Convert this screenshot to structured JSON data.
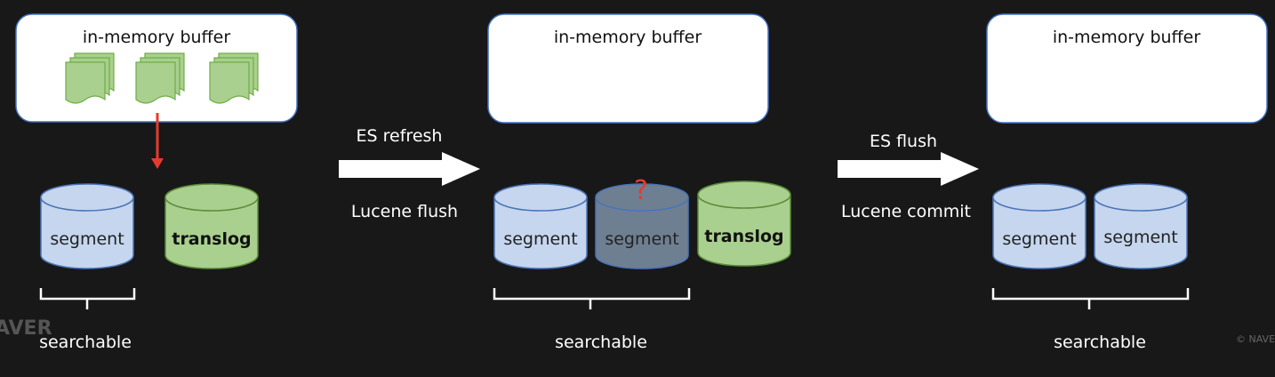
{
  "colors": {
    "background": "#181818",
    "buffer_fill": "#ffffff",
    "buffer_border": "#4472c4",
    "segment_fill": "#c5d6ee",
    "segment_border": "#4a74b8",
    "segment_unknown_fill": "#6f7f92",
    "translog_fill": "#a9d08e",
    "translog_border": "#5b8c3a",
    "doc_fill": "#a9d08e",
    "doc_border": "#70ad47",
    "arrow": "#ffffff",
    "red_arrow": "#e53b2c",
    "question_mark": "#e53b2c",
    "brace": "#ffffff",
    "text": "#ffffff",
    "watermark": "#777777"
  },
  "stage1": {
    "buffer_label": "in-memory buffer",
    "segment_label": "segment",
    "translog_label": "translog",
    "searchable_label": "searchable"
  },
  "transition1": {
    "top_label": "ES refresh",
    "bottom_label": "Lucene flush"
  },
  "stage2": {
    "buffer_label": "in-memory buffer",
    "segment1_label": "segment",
    "segment2_label": "segment",
    "question_mark": "?",
    "translog_label": "translog",
    "searchable_label": "searchable"
  },
  "transition2": {
    "top_label": "ES flush",
    "bottom_label": "Lucene commit"
  },
  "stage3": {
    "buffer_label": "in-memory buffer",
    "segment1_label": "segment",
    "segment2_label": "segment",
    "searchable_label": "searchable"
  },
  "watermark_left": "AVER",
  "watermark_right": "© NAVER"
}
